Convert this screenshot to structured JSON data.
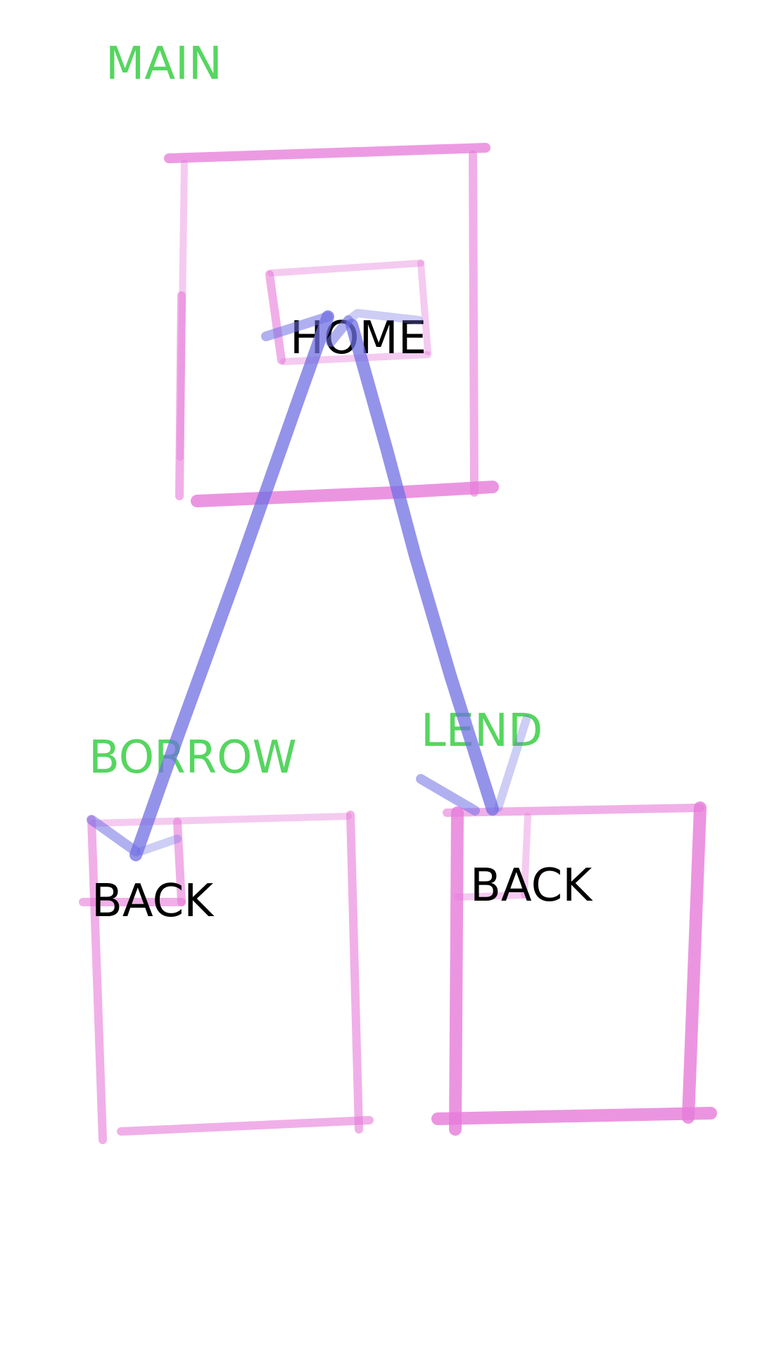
{
  "sections": {
    "main": "MAIN",
    "borrow": "BORROW",
    "lend": "LEND"
  },
  "buttons": {
    "home": "HOME",
    "back_borrow": "BACK",
    "back_lend": "BACK"
  },
  "colors": {
    "section_label": "#55d65f",
    "button_label": "#000000",
    "screen_outline": "#e67ad9",
    "arrow": "#6f6fe3",
    "background": "#ffffff"
  }
}
